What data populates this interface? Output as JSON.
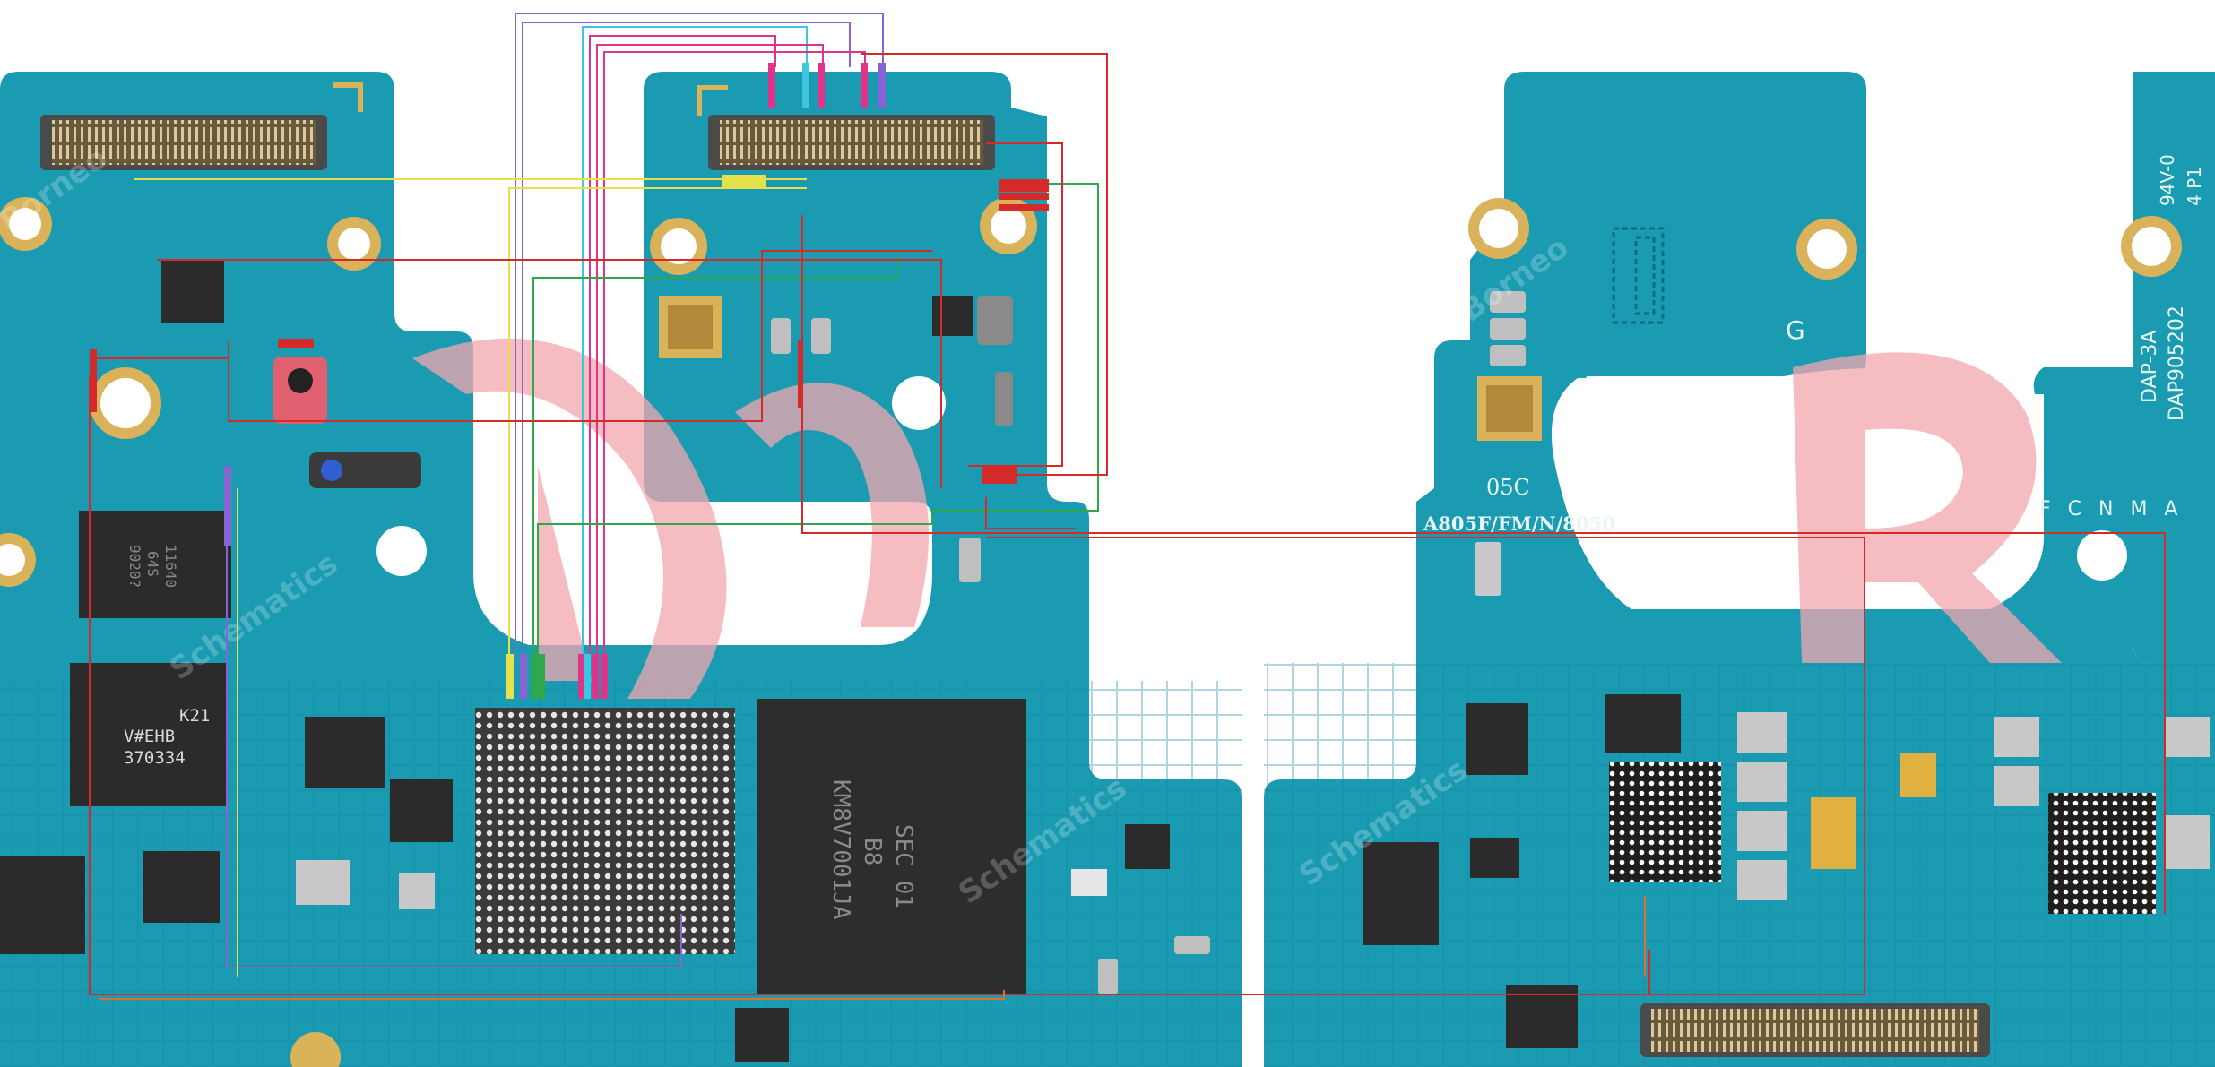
{
  "colors": {
    "pcb": "#1a9bb2",
    "pcb_dark": "#127f94",
    "gold": "#d9b25a",
    "chip": "#2b2b2b",
    "trace_red": "#d42a2a",
    "trace_yellow": "#e6e04a",
    "trace_purple": "#8a63d2",
    "trace_pink": "#e0338a",
    "trace_cyan": "#3ec5e0",
    "trace_green": "#2ea84a",
    "watermark_red": "#f2a5ad"
  },
  "board_labels": {
    "model": "A805F/FM/N/8050",
    "rev": "05C",
    "dap_code": "DAP905202",
    "dap_rev": "DAP-3A",
    "pcb_rating": "94V-0",
    "layer_mark": "4 P1",
    "flags": "F C N M A",
    "logo_letter": "G"
  },
  "chips": {
    "chip_a_lines": [
      "11640",
      "64S",
      "9020?"
    ],
    "chip_b_lines": [
      "K21",
      "V#EHB",
      "370334"
    ],
    "chip_c_lines": [
      "SEC 01",
      "KM8V7001JA",
      "B8"
    ]
  },
  "watermark": {
    "brand_line1": "Borneo",
    "brand_line2": "Schematics"
  }
}
